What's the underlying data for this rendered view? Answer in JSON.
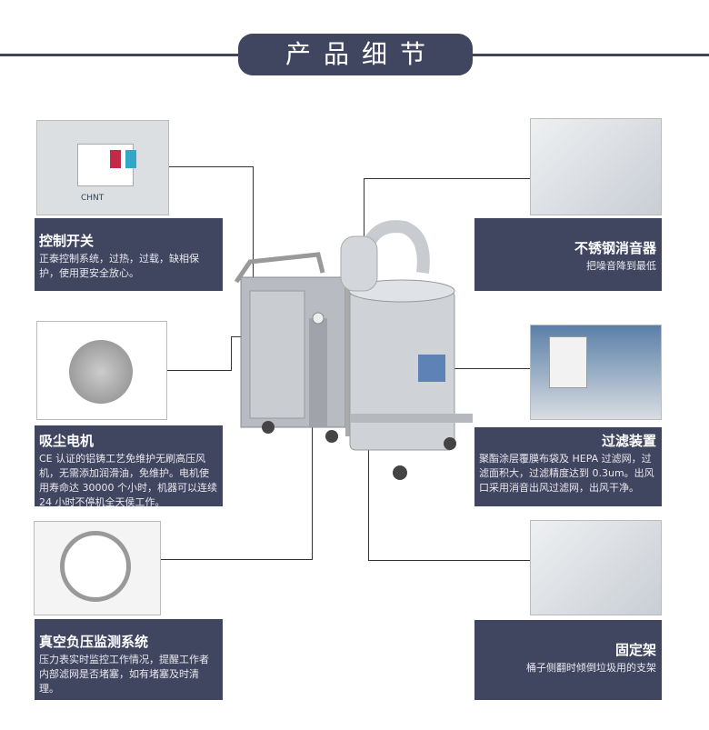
{
  "title": "产品细节",
  "features": [
    {
      "title": "控制开关",
      "desc": "正泰控制系统，过热，过载，缺相保护，使用更安全放心。",
      "photo_label": "CHNT"
    },
    {
      "title": "吸尘电机",
      "desc": "CE 认证的铝铸工艺免维护无刷高压风机，无需添加润滑油，免维护。电机使用寿命达 30000 个小时，机器可以连续 24 小时不停机全天侯工作。"
    },
    {
      "title": "真空负压监测系统",
      "desc": "压力表实时监控工作情况，提醒工作者内部滤网是否堵塞，如有堵塞及时清理。"
    },
    {
      "title": "不锈钢消音器",
      "desc": "把噪音降到最低"
    },
    {
      "title": "过滤装置",
      "desc": "聚酯涂层覆膜布袋及 HEPA 过滤网，过滤面积大，过滤精度达到 0.3um。出风口采用消音出风过滤网，出风干净。"
    },
    {
      "title": "固定架",
      "desc": "桶子侧翻时倾倒垃圾用的支架"
    }
  ],
  "colors": {
    "navy": "#404560"
  }
}
